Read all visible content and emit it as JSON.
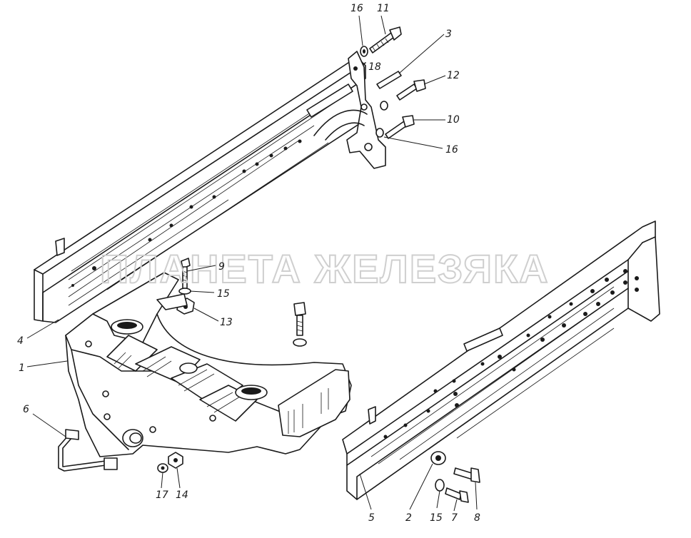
{
  "watermark": "ПЛАНЕТА ЖЕЛЕЗЯКА",
  "callouts": {
    "c1": "1",
    "c2": "2",
    "c3": "3",
    "c4": "4",
    "c5": "5",
    "c6": "6",
    "c7": "7",
    "c8": "8",
    "c9": "9",
    "c10": "10",
    "c11": "11",
    "c12": "12",
    "c13": "13",
    "c14": "14",
    "c15a": "15",
    "c15b": "15",
    "c16a": "16",
    "c16b": "16",
    "c17": "17",
    "c18": "18"
  }
}
